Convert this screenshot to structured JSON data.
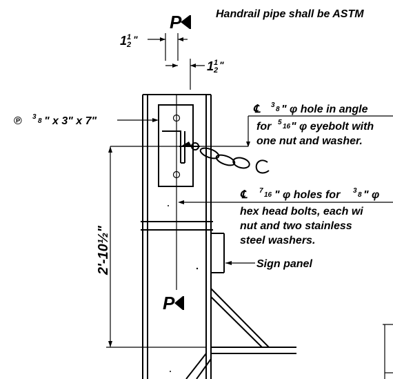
{
  "notes": {
    "handrail": "Handrail pipe shall be ASTM",
    "section_mark": "P",
    "dim_left_whole": "1",
    "dim_left_frac": "1",
    "dim_left_den": "2",
    "dim_left_unit": "\"",
    "dim_right_whole": "1",
    "dim_right_frac": "1",
    "dim_right_den": "2",
    "dim_right_unit": "\"",
    "plate_symbol": "℗",
    "plate_num": "3",
    "plate_den": "8",
    "plate_rest": "\" x 3\" x 7\"",
    "eyebolt_line1_cl": "℄",
    "eyebolt_line1_num": "3",
    "eyebolt_line1_den": "8",
    "eyebolt_line1_rest": "\" φ hole in angle",
    "eyebolt_line2_a": "for",
    "eyebolt_line2_num": "5",
    "eyebolt_line2_den": "16",
    "eyebolt_line2_rest": "\" φ eyebolt with",
    "eyebolt_line3": "one nut and washer.",
    "holes_line1_cl": "℄",
    "holes_line1_num": "7",
    "holes_line1_den": "16",
    "holes_line1_mid": "\" φ holes for",
    "holes_line1_num2": "3",
    "holes_line1_den2": "8",
    "holes_line1_rest": "\" φ",
    "holes_line2": "hex head bolts, each wi",
    "holes_line3": "nut and two stainless",
    "holes_line4": "steel washers.",
    "sign_panel": "Sign panel",
    "vert_dim": "2'-10½\""
  }
}
